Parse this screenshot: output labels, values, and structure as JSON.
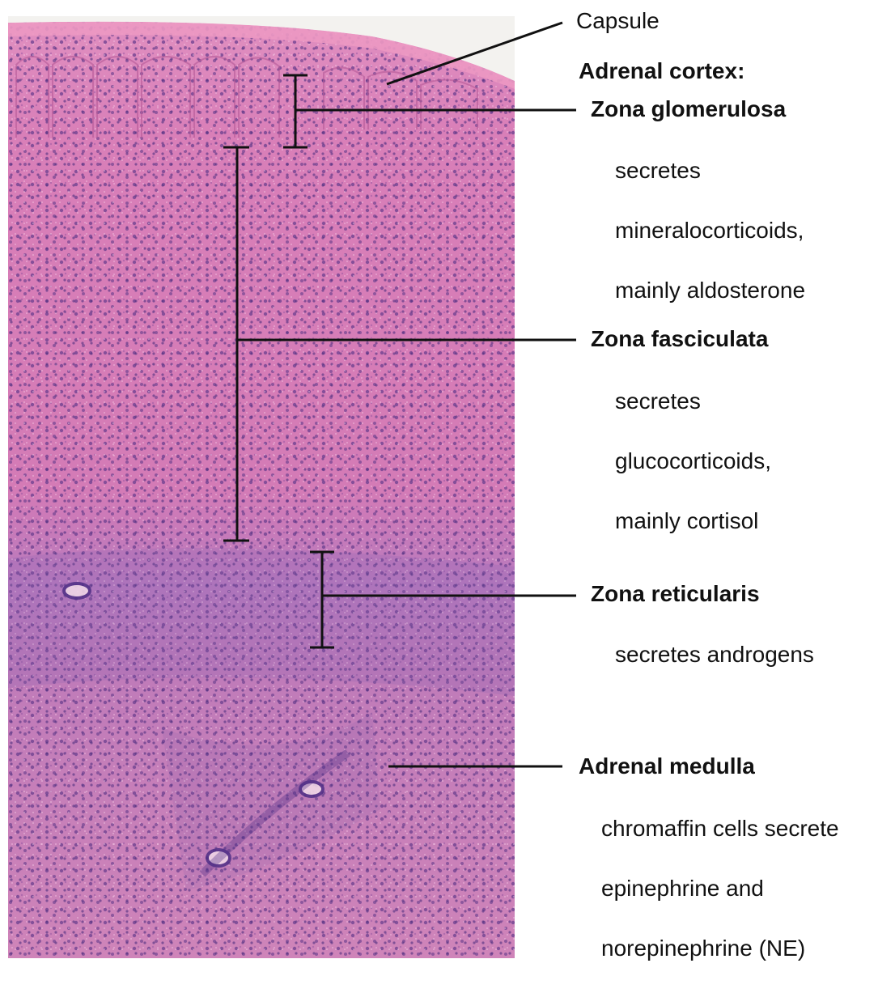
{
  "labels": {
    "capsule": "Capsule",
    "cortex_heading": "Adrenal cortex:",
    "glomerulosa": {
      "title": "Zona glomerulosa",
      "lines": [
        "secretes",
        "mineralocorticoids,",
        "mainly aldosterone"
      ]
    },
    "fasciculata": {
      "title": "Zona fasciculata",
      "lines": [
        "secretes",
        "glucocorticoids,",
        "mainly cortisol"
      ]
    },
    "reticularis": {
      "title": "Zona reticularis",
      "lines": [
        "secretes androgens"
      ]
    },
    "medulla": {
      "title": "Adrenal medulla",
      "lines": [
        "chromaffin cells secrete",
        "epinephrine and",
        "norepinephrine (NE)"
      ]
    }
  },
  "colors": {
    "tissue_pink": "#d77fb6",
    "tissue_purple": "#a66fb8",
    "nuclei": "#5b3a8c",
    "capsule": "#e890b9",
    "leader_lines": "#111111"
  }
}
